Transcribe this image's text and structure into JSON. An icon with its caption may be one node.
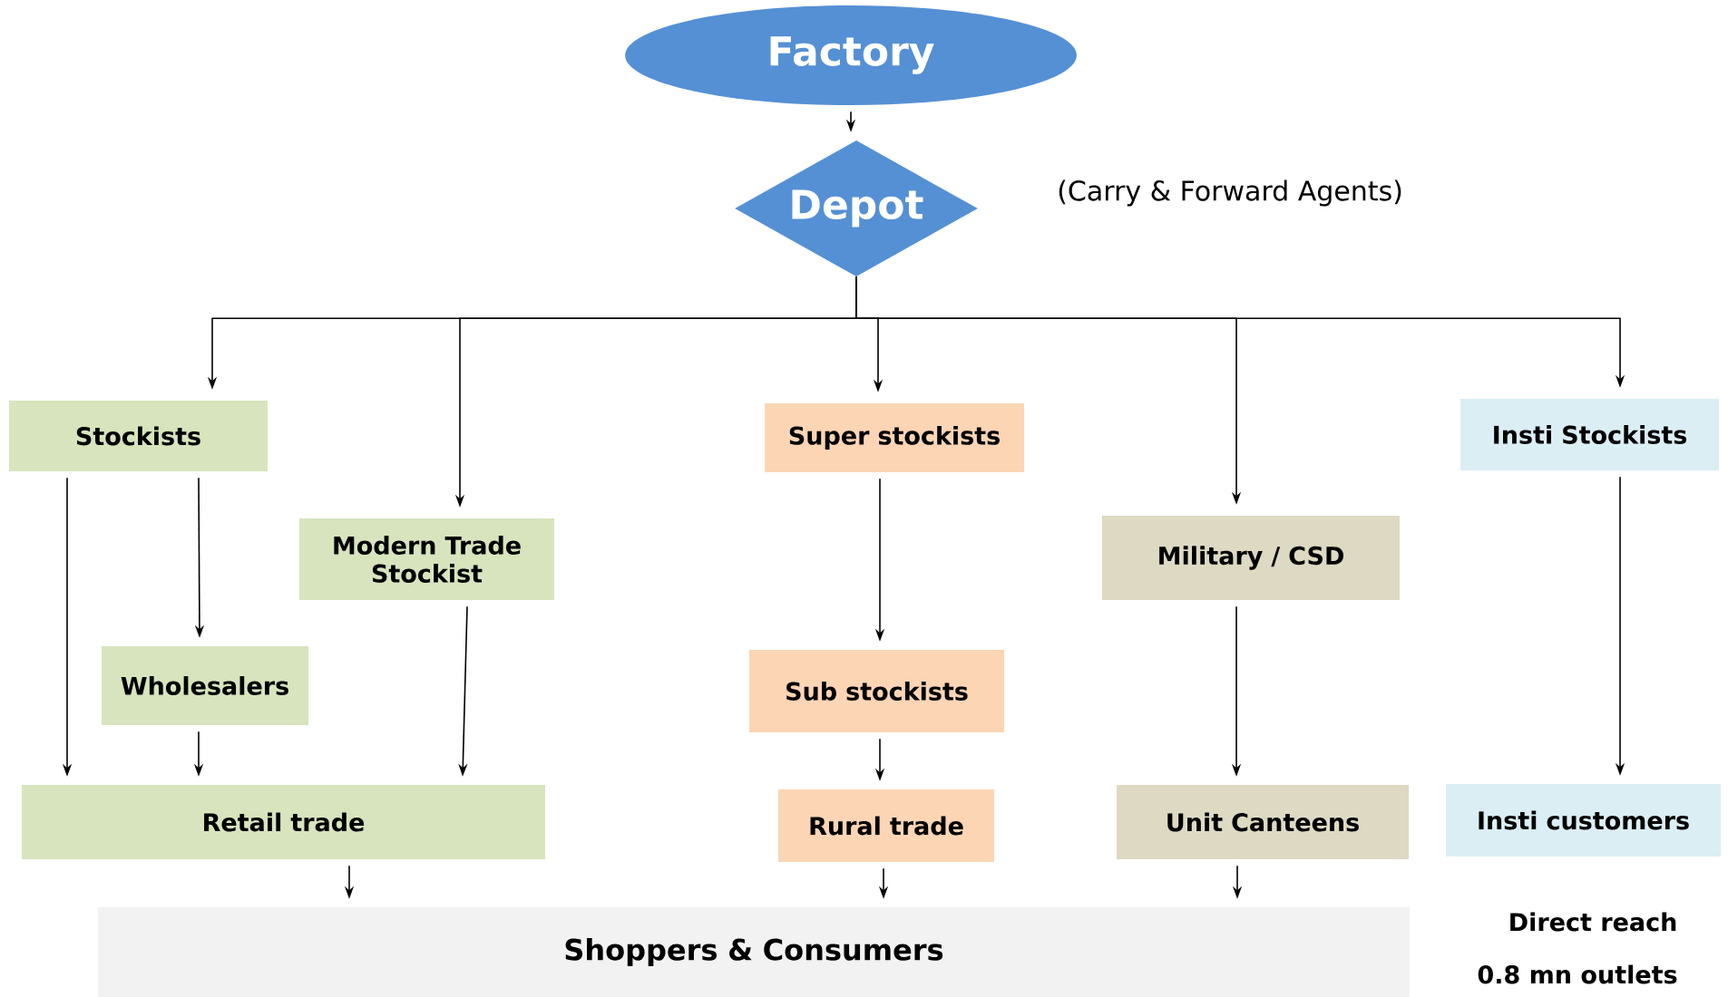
{
  "diagram": {
    "nodes": [
      {
        "text": [
          "Factory"
        ]
      },
      {
        "text": [
          "Depot"
        ],
        "beside": [
          "(Carry & Forward Agents)"
        ]
      },
      {
        "text": [
          "Stockists"
        ]
      },
      {
        "text": [
          "Super stockists"
        ]
      },
      {
        "text": [
          "Insti Stockists"
        ]
      },
      {
        "text": [
          "Modern Trade Stockist"
        ]
      },
      {
        "text": [
          "Military / CSD"
        ]
      },
      {
        "text": [
          "Wholesalers"
        ]
      },
      {
        "text": [
          "Sub stockists"
        ]
      },
      {
        "text": [
          "Retail trade"
        ]
      },
      {
        "text": [
          "Rural trade"
        ]
      },
      {
        "text": [
          "Unit Canteens"
        ]
      },
      {
        "text": [
          "Insti customers"
        ]
      },
      {
        "text": [
          "Shoppers & Consumers"
        ]
      }
    ],
    "edges": [
      {
        "from": 0,
        "to": 1,
        "arrow": "to"
      },
      {
        "from": 1,
        "to": 2,
        "arrow": "to"
      },
      {
        "from": 1,
        "to": 5,
        "arrow": "to"
      },
      {
        "from": 1,
        "to": 3,
        "arrow": "to"
      },
      {
        "from": 1,
        "to": 6,
        "arrow": "to"
      },
      {
        "from": 1,
        "to": 4,
        "arrow": "to"
      },
      {
        "from": 2,
        "to": 9,
        "arrow": "to"
      },
      {
        "from": 2,
        "to": 7,
        "arrow": "to"
      },
      {
        "from": 7,
        "to": 9,
        "arrow": "to"
      },
      {
        "from": 5,
        "to": 9,
        "arrow": "to"
      },
      {
        "from": 3,
        "to": 8,
        "arrow": "to"
      },
      {
        "from": 8,
        "to": 10,
        "arrow": "to"
      },
      {
        "from": 6,
        "to": 11,
        "arrow": "to"
      },
      {
        "from": 4,
        "to": 12,
        "arrow": "to"
      },
      {
        "from": 9,
        "to": 13,
        "arrow": "to"
      },
      {
        "from": 10,
        "to": 13,
        "arrow": "to"
      },
      {
        "from": 11,
        "to": 13,
        "arrow": "to"
      }
    ],
    "labels": [
      "Direct reach",
      "0.8 mn outlets"
    ]
  }
}
